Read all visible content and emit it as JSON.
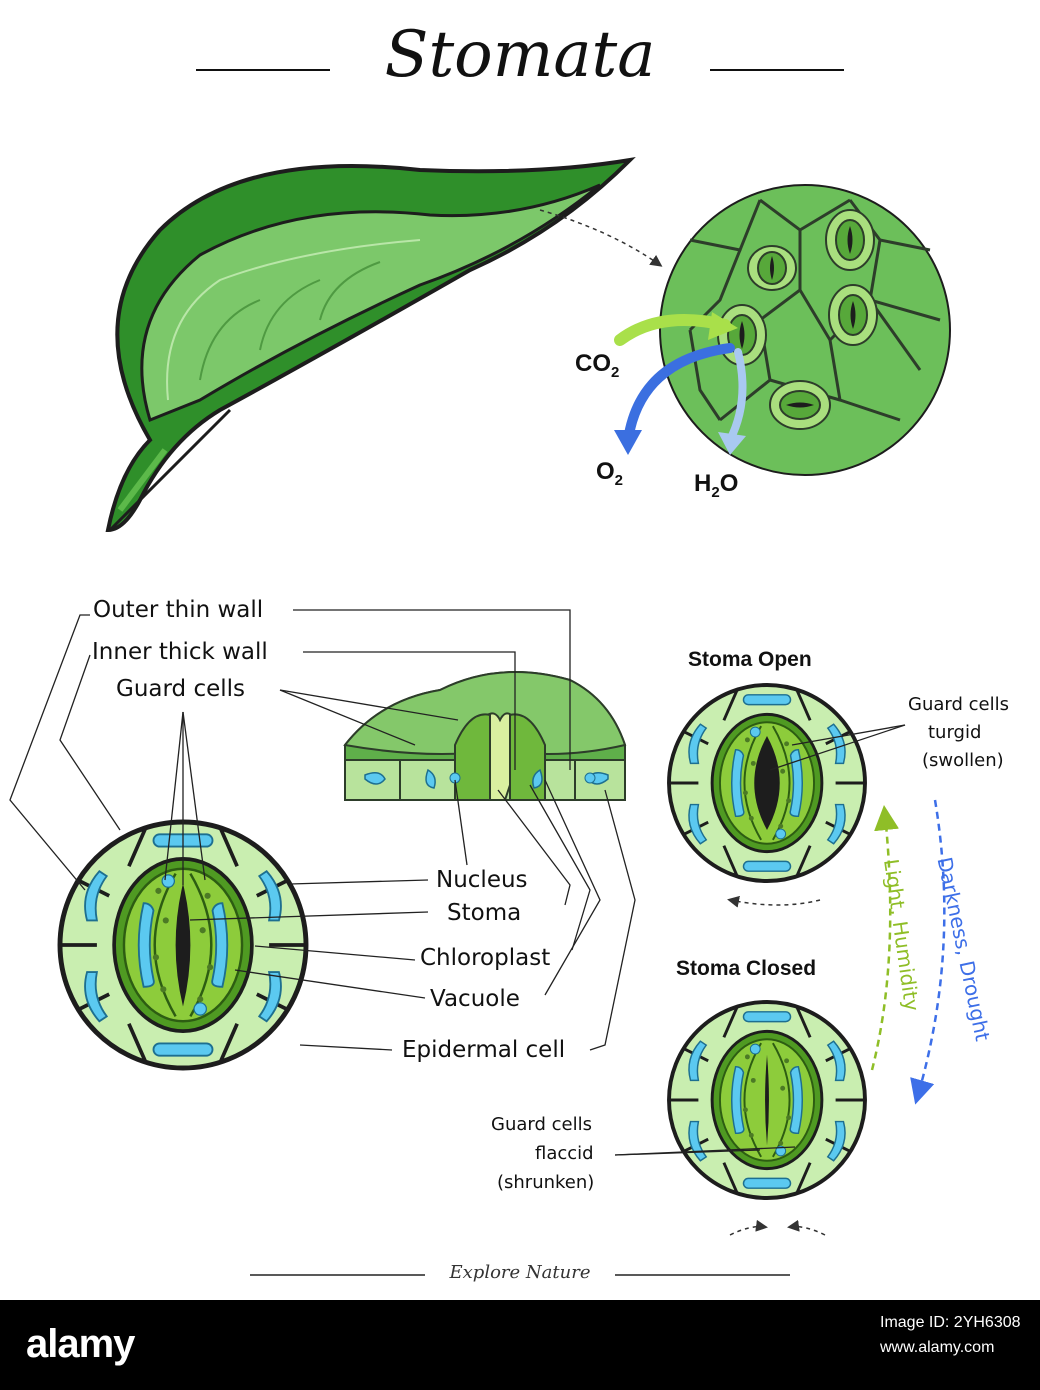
{
  "title": "Stomata",
  "gases": {
    "co2": "CO",
    "o2": "O",
    "h2o_h": "H",
    "h2o_o": "O",
    "sub": "2"
  },
  "labels": {
    "outer_wall": "Outer thin wall",
    "inner_wall": "Inner thick wall",
    "guard_cells": "Guard cells",
    "nucleus": "Nucleus",
    "stoma": "Stoma",
    "chloroplast": "Chloroplast",
    "vacuole": "Vacuole",
    "epidermal": "Epidermal cell"
  },
  "open": {
    "title": "Stoma Open",
    "l1": "Guard cells",
    "l2": "turgid",
    "l3": "(swollen)"
  },
  "closed": {
    "title": "Stoma Closed",
    "l1": "Guard cells",
    "l2": "flaccid",
    "l3": "(shrunken)"
  },
  "arrows": {
    "light": "Light, Humidity",
    "dark": "Darkness, Drought"
  },
  "footer": "Explore Nature",
  "stock": {
    "logo": "alamy",
    "image_id": "Image ID: 2YH6308",
    "site": "www.alamy.com"
  },
  "colors": {
    "leaf_dark": "#2f8f2a",
    "leaf_light": "#5cb94a",
    "cell_fill": "#c9eeb0",
    "guard_fill": "#7fc23a",
    "vacuole": "#5bc9f0",
    "co2_arrow": "#a9e04a",
    "o2_arrow": "#3b6fe0",
    "light_arrow": "#8fbe27",
    "dark_arrow": "#3d6fe8"
  }
}
